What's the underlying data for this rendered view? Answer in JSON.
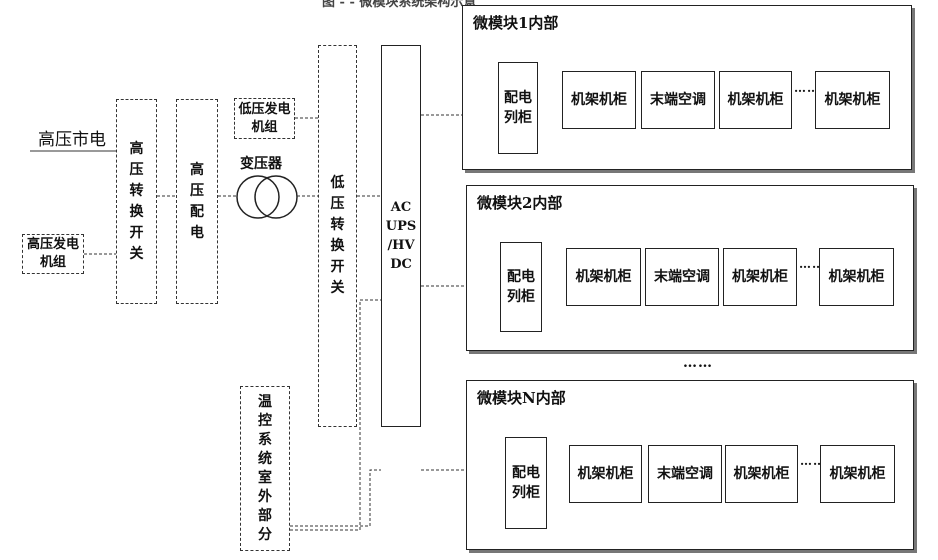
{
  "title_fragment": "图 - - 微模块系统架构示意",
  "source": {
    "city_power": "高压市电",
    "hv_generator": "高压发电机组",
    "lv_generator": "低压发电机组"
  },
  "hv_switch": [
    "高",
    "压",
    "转",
    "换",
    "开",
    "关"
  ],
  "hv_distribution": [
    "高",
    "压",
    "配",
    "电"
  ],
  "transformer_label": "变压器",
  "lv_switch": [
    "低",
    "压",
    "转",
    "换",
    "开",
    "关"
  ],
  "ups": [
    "AC",
    "UPS",
    "/HV",
    "DC"
  ],
  "thermal_outdoor": [
    "温",
    "控",
    "系",
    "统",
    "室",
    "外",
    "部",
    "分"
  ],
  "between_modules": "……",
  "modules": [
    {
      "title": "微模块1内部",
      "pdu": [
        "配电",
        "列柜"
      ],
      "rack1": "机架机柜",
      "cooling": "末端空调",
      "rack2": "机架机柜",
      "ellipsis": "……",
      "rack3": "机架机柜"
    },
    {
      "title": "微模块2内部",
      "pdu": [
        "配电",
        "列柜"
      ],
      "rack1": "机架机柜",
      "cooling": "末端空调",
      "rack2": "机架机柜",
      "ellipsis": "……",
      "rack3": "机架机柜"
    },
    {
      "title": "微模块N内部",
      "pdu": [
        "配电",
        "列柜"
      ],
      "rack1": "机架机柜",
      "cooling": "末端空调",
      "rack2": "机架机柜",
      "ellipsis": "……",
      "rack3": "机架机柜"
    }
  ]
}
